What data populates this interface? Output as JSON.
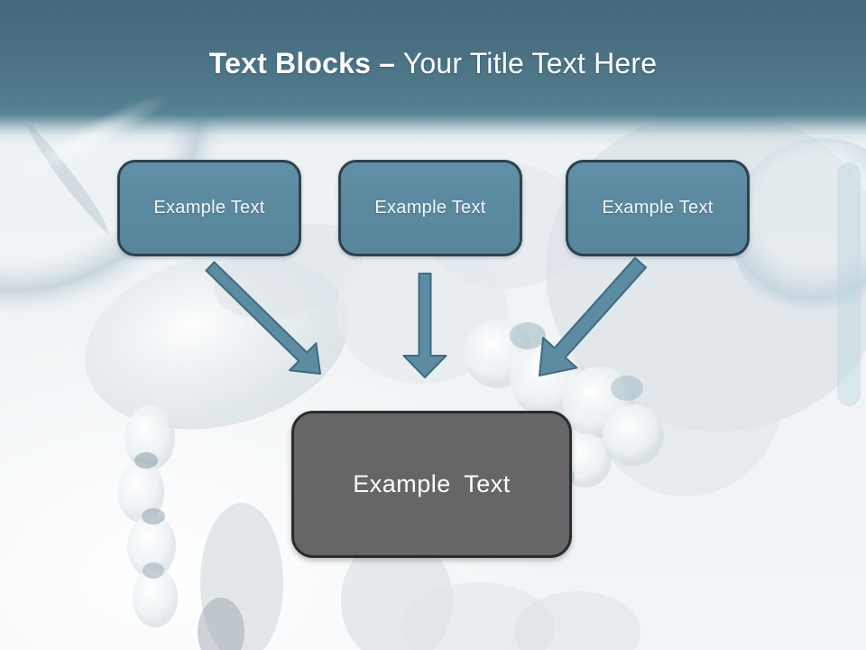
{
  "title": {
    "bold": "Text Blocks –",
    "light": " Your Title Text Here"
  },
  "diagram": {
    "source_boxes": [
      {
        "label": "Example Text"
      },
      {
        "label": "Example Text"
      },
      {
        "label": "Example Text"
      }
    ],
    "target_box": {
      "label": "Example Text"
    },
    "arrows": [
      {
        "name": "arrow-down-right",
        "direction": "down-right"
      },
      {
        "name": "arrow-down",
        "direction": "down"
      },
      {
        "name": "arrow-down-left",
        "direction": "down-left"
      }
    ]
  },
  "colors": {
    "header_top": "#42687a",
    "header_bottom": "#578595",
    "title_text": "#fdfeff",
    "box_fill": "#5b8aa0",
    "box_border": "#2e4150",
    "box_text": "#f2f7f9",
    "arrow_fill": "#5d8ba1",
    "arrow_outline": "#3e6b84",
    "target_fill": "#666668",
    "target_border": "#2b2b2b",
    "target_text": "#ffffff"
  }
}
